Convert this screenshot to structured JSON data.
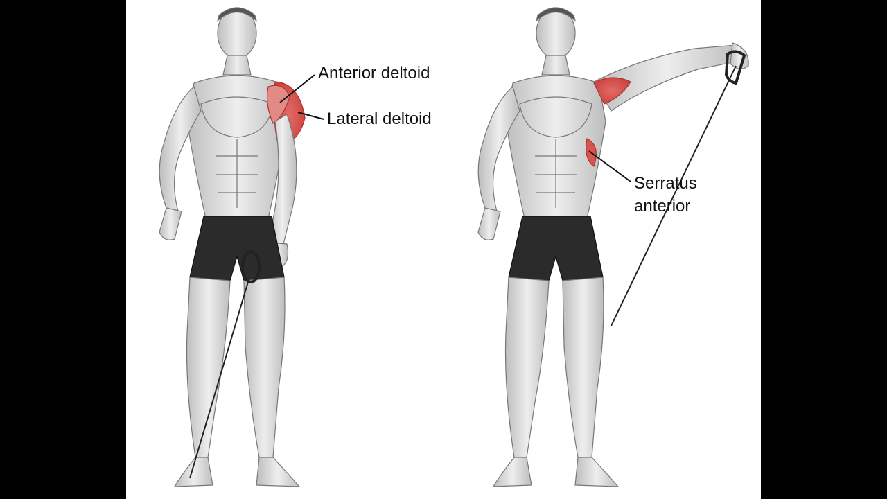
{
  "labels": {
    "anterior_deltoid": "Anterior deltoid",
    "lateral_deltoid": "Lateral deltoid",
    "serratus_line1": "Serratus",
    "serratus_line2": "anterior"
  },
  "colors": {
    "background": "#000000",
    "panel": "#ffffff",
    "skin": "#d9d9d9",
    "muscle_line": "#8a8a8a",
    "shorts": "#2b2b2b",
    "highlight": "#d9534f",
    "text": "#111111"
  },
  "figures": [
    "figure-start-position",
    "figure-raised-position"
  ]
}
